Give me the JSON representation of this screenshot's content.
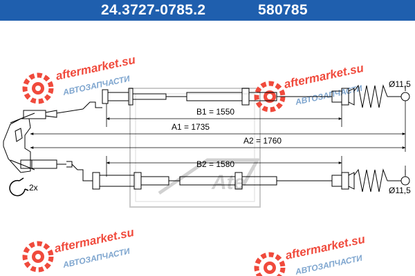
{
  "header": {
    "part_number": "24.3727-0785.2",
    "ref_number": "580785",
    "background_color": "#1f5fae",
    "text_color": "#ffffff"
  },
  "dimensions": {
    "b1": "B1 = 1550",
    "a1": "A1 = 1735",
    "a2": "A2 = 1760",
    "b2": "B2 = 1580"
  },
  "diameters": {
    "top": "Ø11,5",
    "bottom": "Ø11,5"
  },
  "clip_quantity": "2x",
  "watermark": {
    "brand": "aftermarket.su",
    "subtitle": "АВТОЗАПЧАСТИ",
    "brand_color": "#f04a3c",
    "subtitle_color": "#7fa6cf"
  },
  "logo": {
    "text": "Ate"
  }
}
